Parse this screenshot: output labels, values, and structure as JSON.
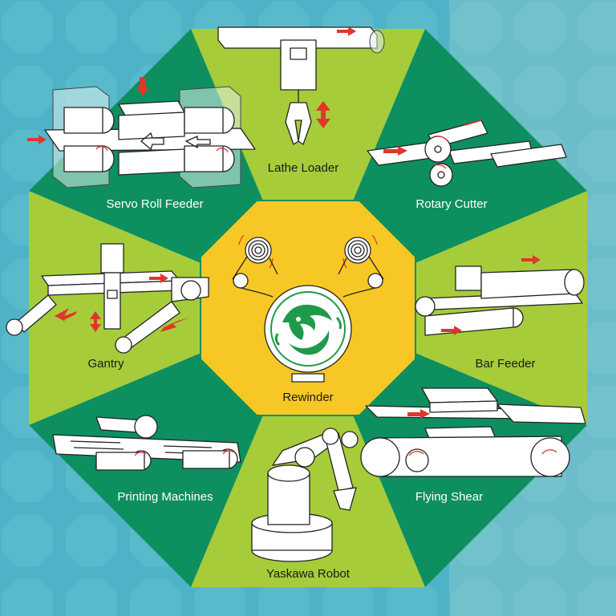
{
  "center": {
    "label": "Rewinder"
  },
  "segments": {
    "top": "Lathe Loader",
    "top_right": "Rotary Cutter",
    "right": "Bar Feeder",
    "bottom_right": "Flying Shear",
    "bottom": "Yaskawa Robot",
    "bottom_left": "Printing Machines",
    "left": "Gantry",
    "top_left": "Servo Roll Feeder"
  },
  "colors": {
    "background": "#4fb3c7",
    "dark_green": "#0e8f60",
    "light_green": "#a6cc3a",
    "center_yellow": "#f7c825",
    "arrow_red": "#e0362c",
    "dragon_green": "#1f9a4a"
  }
}
